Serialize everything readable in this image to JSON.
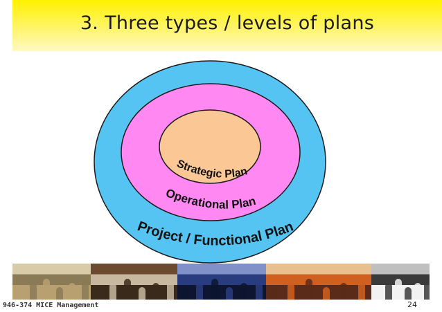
{
  "slide": {
    "title": "3. Three types / levels of plans",
    "footer": "946-374 MICE Management",
    "page_number": "24"
  },
  "diagram": {
    "rings": [
      {
        "label": "Project / Functional Plan",
        "color": "#55c4f2"
      },
      {
        "label": "Operational Plan",
        "color": "#ff88f2"
      },
      {
        "label": "Strategic Plan",
        "color": "#fbc895"
      }
    ]
  },
  "photos": [
    {
      "name": "auditorium-photo",
      "palette": [
        "#b8a070",
        "#8a7a55",
        "#d8cba8"
      ]
    },
    {
      "name": "meeting-table-photo",
      "palette": [
        "#3a2a1c",
        "#c8b8a0",
        "#6b4a30"
      ]
    },
    {
      "name": "conference-audience-photo",
      "palette": [
        "#0d1530",
        "#2a3c80",
        "#8090c8"
      ]
    },
    {
      "name": "seminar-hall-photo",
      "palette": [
        "#5a2a1a",
        "#d06020",
        "#e8c090"
      ]
    },
    {
      "name": "business-handshake-photo",
      "palette": [
        "#f2f2f2",
        "#3a3a3a",
        "#bfbfbf"
      ]
    }
  ]
}
